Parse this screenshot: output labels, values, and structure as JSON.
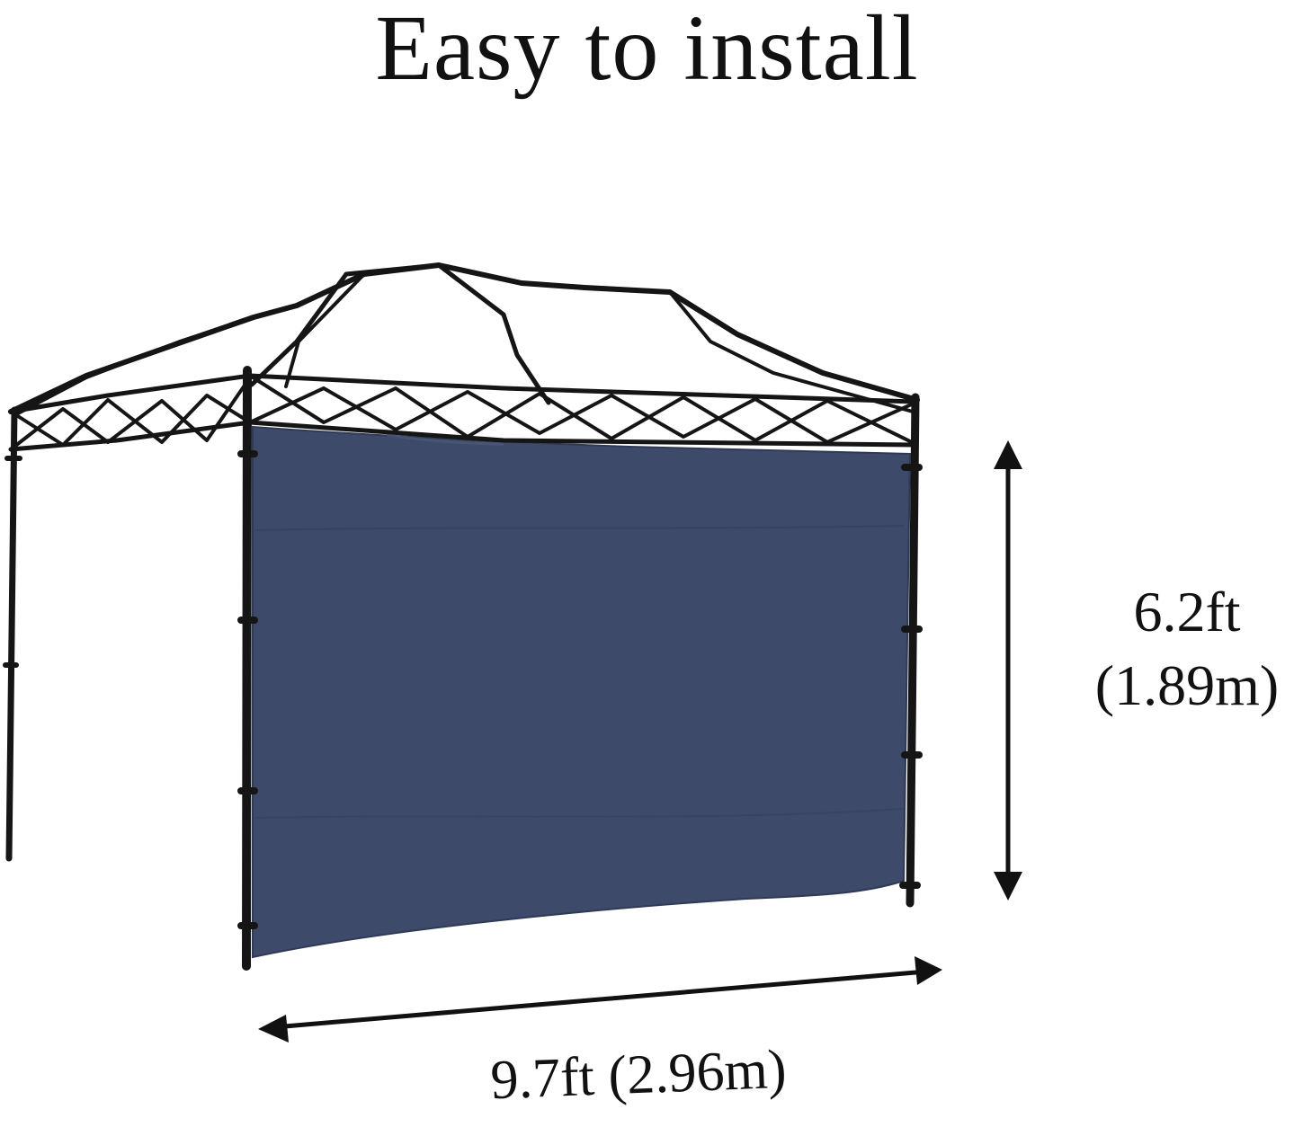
{
  "title": "Easy to install",
  "dimensions": {
    "height_ft": "6.2ft",
    "height_m": "(1.89m)",
    "width": "9.7ft (2.96m)"
  },
  "colors": {
    "sidewall_fabric": "#3d4a69",
    "frame": "#151515",
    "arrow": "#111111",
    "background": "#ffffff"
  },
  "illustration": {
    "subject": "canopy-frame-with-sidewall",
    "icons": [
      "double-headed-vertical-arrow-icon",
      "double-headed-horizontal-arrow-icon"
    ]
  }
}
